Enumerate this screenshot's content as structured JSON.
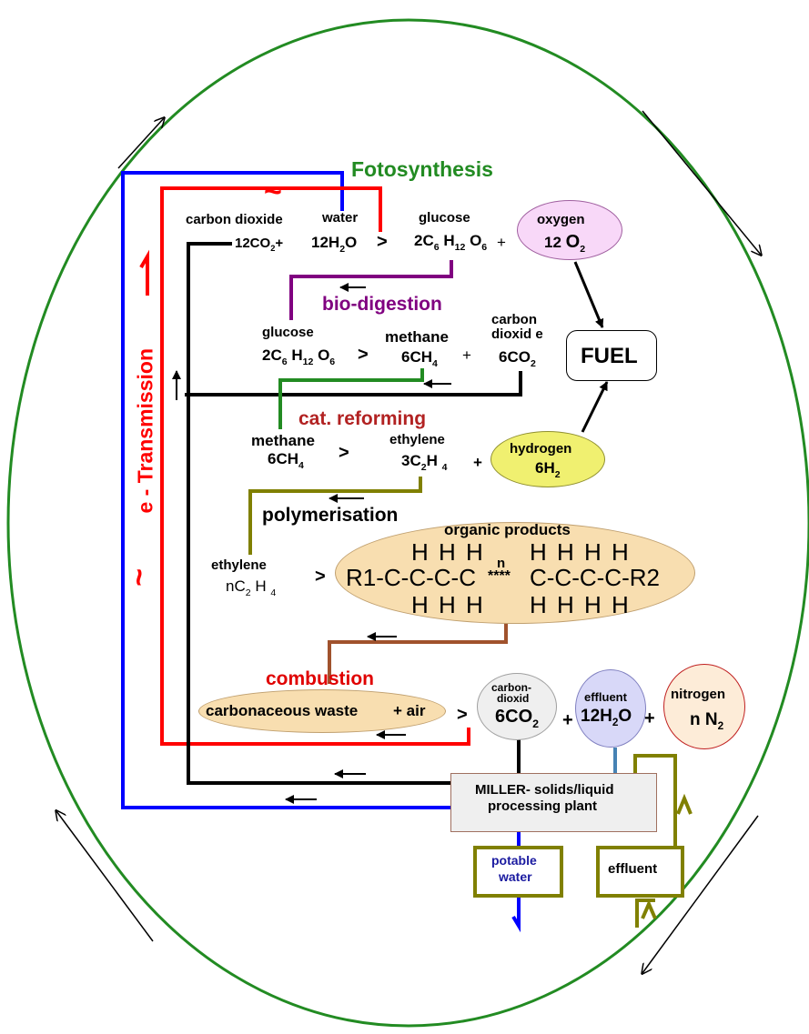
{
  "cycle": {
    "title_photosynthesis": "Fotosynthesis",
    "title_biodigestion": "bio-digestion",
    "title_reforming": "cat. reforming",
    "title_polymerisation": "polymerisation",
    "title_combustion": "combustion",
    "transmission": "e - Transmission",
    "tilde": "~"
  },
  "photosynthesis": {
    "carbon_dioxide_label": "carbon dioxide",
    "co2_coef": "12CO",
    "co2_sub": "2",
    "plus1": "+",
    "water_label": "water",
    "water_coef": "12H",
    "water_sub": "2",
    "water_o": "O",
    "arrow": ">",
    "glucose_label": "glucose",
    "glucose_c": "2C",
    "glucose_c_sub": "6",
    "glucose_h": "H",
    "glucose_h_sub": "12",
    "glucose_o": "O",
    "glucose_o_sub": "6",
    "plus2": "+",
    "oxygen_label": "oxygen",
    "oxygen_coef": "12",
    "oxygen_o": "O",
    "oxygen_sub": "2"
  },
  "biodigestion": {
    "glucose_label": "glucose",
    "glucose_c": "2C",
    "glucose_c_sub": "6",
    "glucose_h": "H",
    "glucose_h_sub": "12",
    "glucose_o": "O",
    "glucose_o_sub": "6",
    "arrow": ">",
    "methane_label": "methane",
    "methane_formula": "6CH",
    "methane_sub": "4",
    "plus": "+",
    "co2_label_1": "carbon",
    "co2_label_2": "dioxid e",
    "co2_formula": "6CO",
    "co2_sub": "2"
  },
  "fuel": {
    "label": "FUEL"
  },
  "reforming": {
    "methane_label": "methane",
    "methane_formula": "6CH",
    "methane_sub": "4",
    "arrow": ">",
    "ethylene_label": "ethylene",
    "ethylene_formula": "3C",
    "ethylene_sub1": "2",
    "ethylene_h": "H",
    "ethylene_sub2": "4",
    "plus": "+",
    "hydrogen_label": "hydrogen",
    "hydrogen_formula": "6H",
    "hydrogen_sub": "2"
  },
  "polymerisation": {
    "ethylene_label": "ethylene",
    "ethylene_formula": "nC",
    "ethylene_sub1": "2",
    "ethylene_h": "H",
    "ethylene_sub2": "4",
    "arrow": ">",
    "products_label": "organic products",
    "h_top_left": "H H H",
    "h_top_right": "H H H H",
    "n_label": "n",
    "chain_left": "R1-C-C-C-C",
    "chain_mid": "****",
    "chain_right": "C-C-C-C-R2",
    "h_bottom_left": "H H H",
    "h_bottom_right": "H H H H"
  },
  "combustion": {
    "waste_label": "carbonaceous waste",
    "air_label": "+ air",
    "arrow": ">",
    "co2_label_1": "carbon-",
    "co2_label_2": "dioxid",
    "co2_formula": "6CO",
    "co2_sub": "2",
    "plus1": "+",
    "effluent_label": "effluent",
    "water_formula": "12H",
    "water_sub": "2",
    "water_o": "O",
    "plus2": "+",
    "nitrogen_label": "nitrogen",
    "nitrogen_formula": "n N",
    "nitrogen_sub": "2"
  },
  "plant": {
    "label_1": "MILLER-  solids/liquid",
    "label_2": "processing plant",
    "potable_1": "potable",
    "potable_2": "water",
    "effluent": "effluent"
  },
  "colors": {
    "green": "#228b22",
    "red": "#ff0000",
    "blue": "#0000ff",
    "purple": "#800080",
    "olive": "#808000",
    "brown": "#a0522d",
    "black": "#000000",
    "oxygen_fill": "#f8d8f8",
    "hydrogen_fill": "#f0f070",
    "peach_fill": "#f8deb0",
    "effluent_fill": "#d8d8f8",
    "nitrogen_fill": "#fdecd8",
    "grey_fill": "#efefef"
  }
}
